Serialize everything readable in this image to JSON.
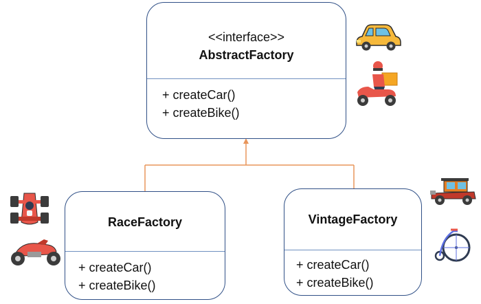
{
  "abstract_factory": {
    "stereotype": "<<interface>>",
    "name": "AbstractFactory",
    "methods": [
      "+ createCar()",
      "+ createBike()"
    ]
  },
  "race_factory": {
    "name": "RaceFactory",
    "methods": [
      "+ createCar()",
      "+ createBike()"
    ]
  },
  "vintage_factory": {
    "name": "VintageFactory",
    "methods": [
      "+ createCar()",
      "+ createBike()"
    ]
  },
  "icons": {
    "abstract": [
      "car-icon",
      "delivery-scooter-icon"
    ],
    "race": [
      "race-car-icon",
      "sport-motorcycle-icon"
    ],
    "vintage": [
      "vintage-car-icon",
      "penny-farthing-icon"
    ]
  },
  "colors": {
    "box_border": "#2f4f86",
    "connector": "#e8955a"
  }
}
